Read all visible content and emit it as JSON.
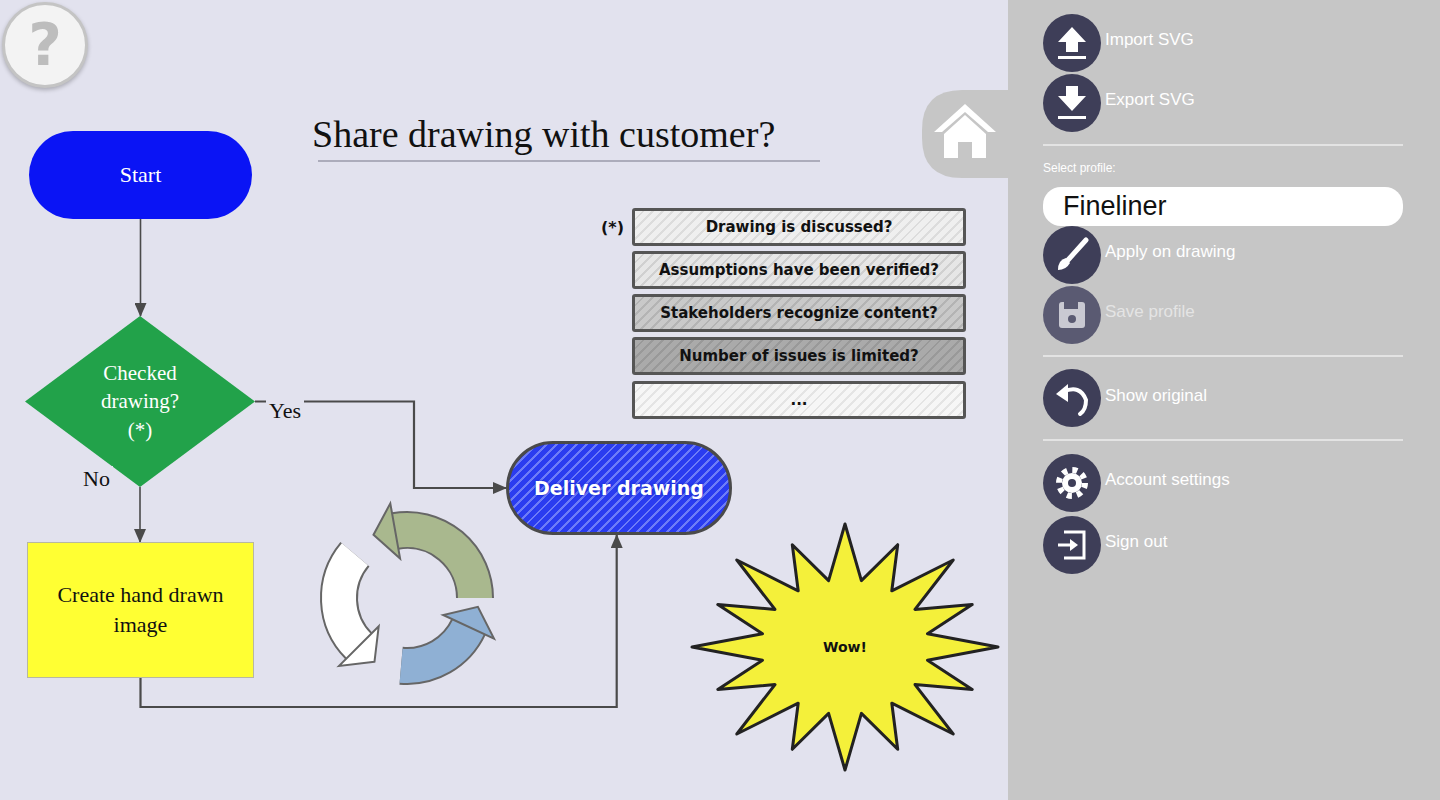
{
  "diagram": {
    "title": "Share drawing with customer?",
    "nodes": [
      {
        "text": [
          "?"
        ]
      },
      {
        "text": [
          "Start"
        ]
      },
      {
        "text": [
          "Checked drawing? (*)"
        ]
      },
      {
        "text": [
          "Create hand drawn image"
        ]
      },
      {
        "text": [
          "Deliver drawing"
        ]
      },
      {
        "text": [
          "Drawing is discussed?"
        ]
      },
      {
        "text": [
          "Assumptions have been verified?"
        ]
      },
      {
        "text": [
          "Stakeholders recognize content?"
        ]
      },
      {
        "text": [
          "Number of issues is limited?"
        ]
      },
      {
        "text": [
          "..."
        ]
      },
      {
        "text": [
          "Wow!"
        ]
      },
      {
        "text": [
          "Fineliner"
        ]
      }
    ],
    "edges": [
      {
        "from": 1,
        "to": 2,
        "arrow": "to"
      },
      {
        "from": 2,
        "to": 4,
        "label": "Yes",
        "arrow": "to"
      },
      {
        "from": 2,
        "to": 3,
        "label": "No",
        "arrow": "to"
      },
      {
        "from": 3,
        "to": 4,
        "arrow": "to"
      }
    ],
    "labels": [
      "(*)",
      "Import SVG",
      "Export SVG",
      "Select profile:",
      "Apply on drawing",
      "Save profile",
      "Show original",
      "Account settings",
      "Sign out"
    ]
  }
}
